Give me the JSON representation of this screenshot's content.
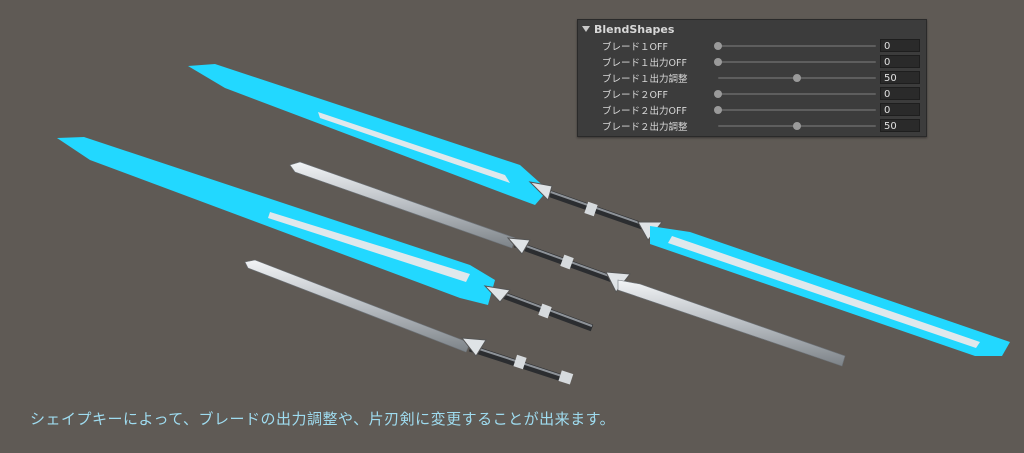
{
  "panel": {
    "title": "BlendShapes",
    "rows": [
      {
        "label": "ブレード１OFF",
        "value": "0",
        "level": 0
      },
      {
        "label": "ブレード１出力OFF",
        "value": "0",
        "level": 0
      },
      {
        "label": "ブレード１出力調整",
        "value": "50",
        "level": 0.5
      },
      {
        "label": "ブレード２OFF",
        "value": "0",
        "level": 0
      },
      {
        "label": "ブレード２出力OFF",
        "value": "0",
        "level": 0
      },
      {
        "label": "ブレード２出力調整",
        "value": "50",
        "level": 0.5
      }
    ]
  },
  "caption": "シェイプキーによって、ブレードの出力調整や、片刃剣に変更することが出来ます。",
  "colors": {
    "background": "#5f5a55",
    "blade_glow": "#22d8ff",
    "blade_core": "#d9e3e8",
    "silver": "#c9cdd1",
    "caption": "#9fdcf0"
  }
}
